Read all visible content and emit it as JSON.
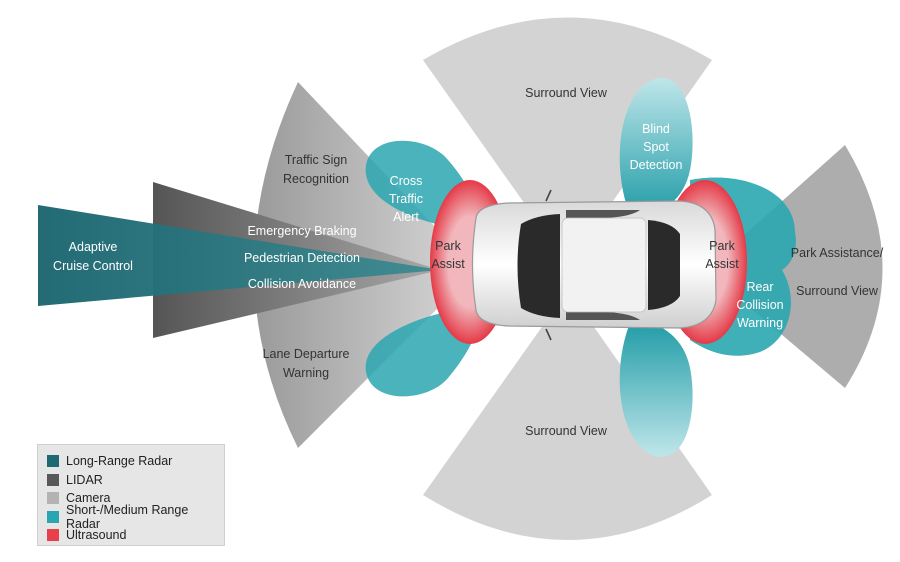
{
  "colors": {
    "long_range_radar": "#1e6a72",
    "lidar": "#585858",
    "camera": "#b3b3b3",
    "short_medium_radar": "#2aa6b0",
    "ultrasound": "#e8404b"
  },
  "labels": {
    "adaptive_cruise_1": "Adaptive",
    "adaptive_cruise_2": "Cruise Control",
    "emergency_braking": "Emergency Braking",
    "pedestrian_detection": "Pedestrian Detection",
    "collision_avoidance": "Collision Avoidance",
    "traffic_sign_1": "Traffic Sign",
    "traffic_sign_2": "Recognition",
    "lane_departure_1": "Lane Departure",
    "lane_departure_2": "Warning",
    "cross_traffic_1": "Cross",
    "cross_traffic_2": "Traffic",
    "cross_traffic_3": "Alert",
    "park_assist_front_1": "Park",
    "park_assist_front_2": "Assist",
    "park_assist_rear_1": "Park",
    "park_assist_rear_2": "Assist",
    "surround_top": "Surround View",
    "surround_bottom": "Surround View",
    "blind_spot_1": "Blind",
    "blind_spot_2": "Spot",
    "blind_spot_3": "Detection",
    "rear_collision_1": "Rear",
    "rear_collision_2": "Collision",
    "rear_collision_3": "Warning",
    "park_assistance_1": "Park Assistance/",
    "park_assistance_2": "Surround View"
  },
  "legend": [
    {
      "label": "Long-Range Radar",
      "color": "#1e6a72"
    },
    {
      "label": "LIDAR",
      "color": "#585858"
    },
    {
      "label": "Camera",
      "color": "#b3b3b3"
    },
    {
      "label": "Short-/Medium Range Radar",
      "color": "#2aa6b0"
    },
    {
      "label": "Ultrasound",
      "color": "#e8404b"
    }
  ]
}
